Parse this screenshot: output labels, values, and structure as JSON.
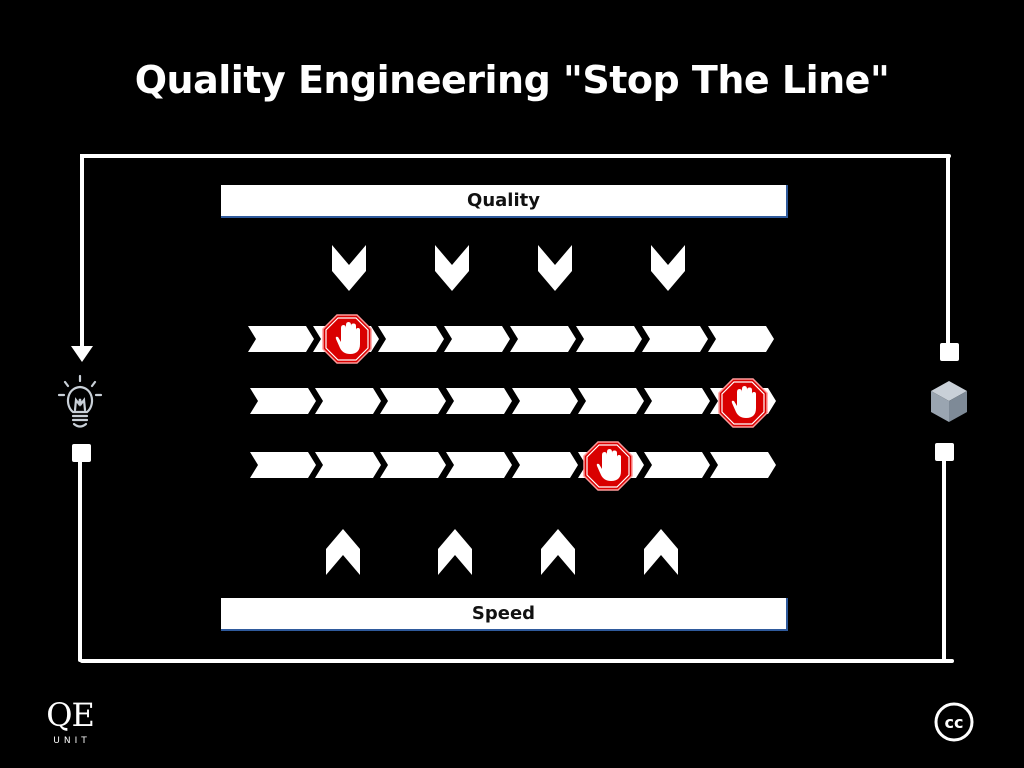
{
  "title": "Quality Engineering \"Stop The Line\"",
  "bars": {
    "top_label": "Quality",
    "bottom_label": "Speed"
  },
  "arrows": {
    "down_count": 4,
    "up_count": 4
  },
  "flow_rows": [
    {
      "segments": 8,
      "stop_at_segment": 2
    },
    {
      "segments": 8,
      "stop_at_segment": 8
    },
    {
      "segments": 8,
      "stop_at_segment": 6
    }
  ],
  "side_icons": {
    "left": "lightbulb-icon",
    "right": "cube-icon"
  },
  "logo": {
    "mark": "QE",
    "subtitle": "UNIT"
  },
  "license": {
    "label": "cc",
    "icon": "creative-commons-icon"
  },
  "colors": {
    "background": "#000000",
    "foreground": "#ffffff",
    "stop_red": "#d90000",
    "bar_border": "#2f5a9c",
    "cube_light": "#c9d0d8",
    "cube_mid": "#9aa5b1",
    "cube_dark": "#7e8a97"
  }
}
